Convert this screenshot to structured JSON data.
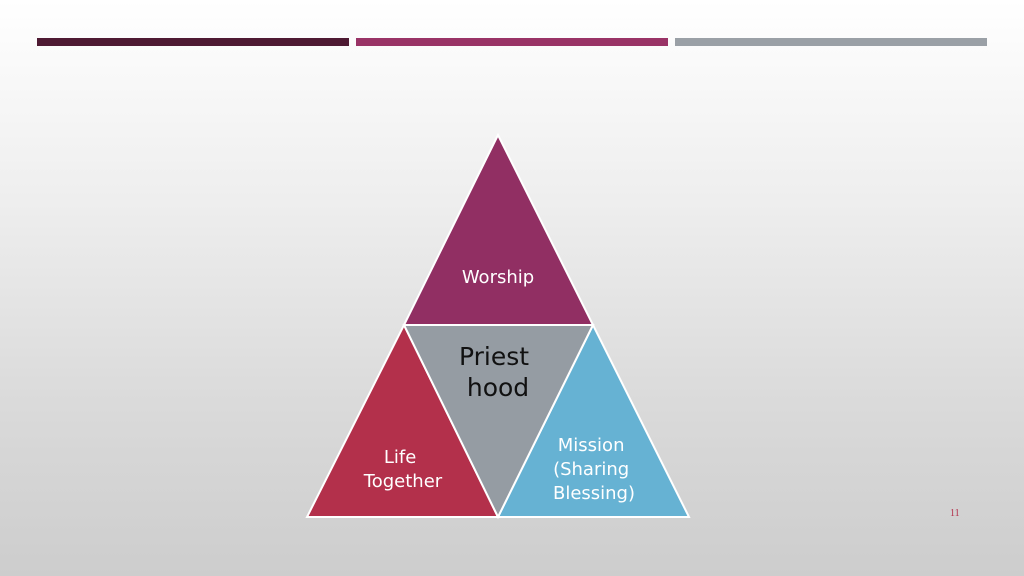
{
  "colors": {
    "bar_dark": "#4e1a33",
    "bar_magenta": "#993366",
    "bar_gray": "#9aa0a6",
    "worship": "#912f63",
    "priesthood": "#959ca3",
    "life_together": "#b3304b",
    "mission": "#66b2d3",
    "triangle_border": "#ffffff",
    "slide_number": "#b3304b"
  },
  "diagram": {
    "top": {
      "lines": [
        "Worship"
      ]
    },
    "center": {
      "lines": [
        "Priest",
        "hood"
      ]
    },
    "left": {
      "lines": [
        "Life",
        "Together"
      ]
    },
    "right": {
      "lines": [
        "Mission",
        "(Sharing",
        "Blessing)"
      ]
    }
  },
  "slide_number": "11"
}
